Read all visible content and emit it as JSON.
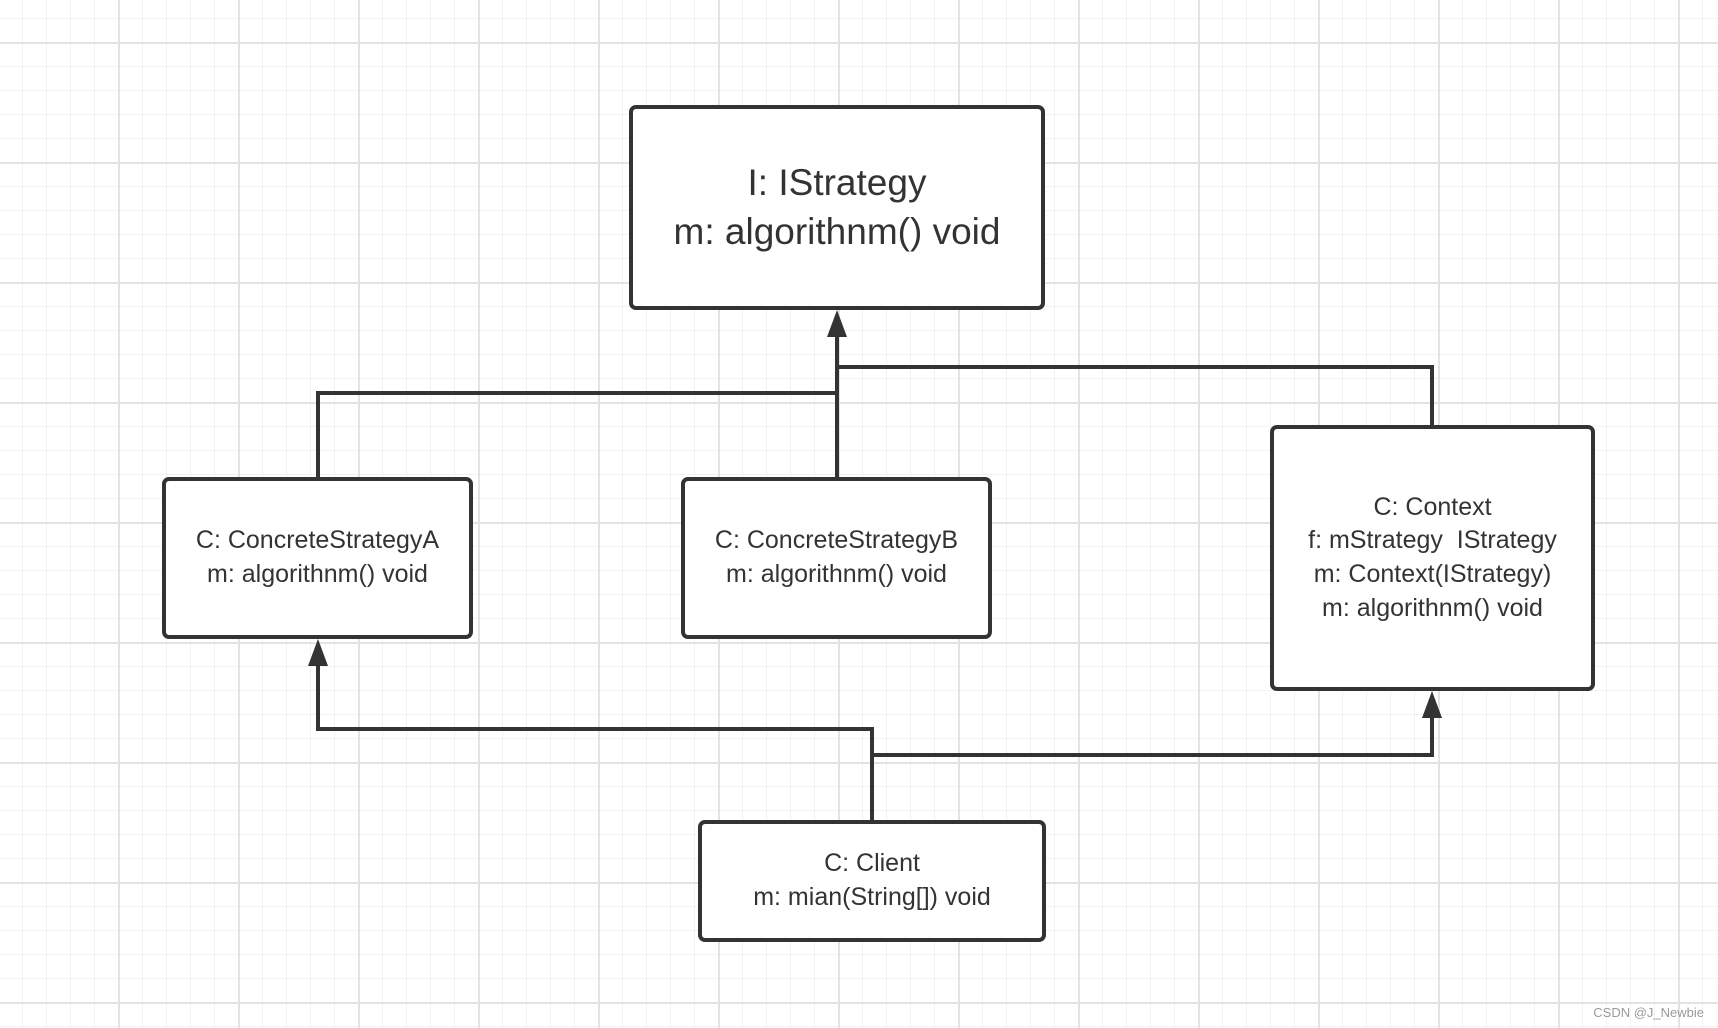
{
  "diagram": {
    "nodes": {
      "istrategy": {
        "lines": [
          "I: IStrategy",
          "m: algorithnm() void"
        ]
      },
      "concrete_a": {
        "lines": [
          "C: ConcreteStrategyA",
          "m: algorithnm() void"
        ]
      },
      "concrete_b": {
        "lines": [
          "C: ConcreteStrategyB",
          "m: algorithnm() void"
        ]
      },
      "context": {
        "lines": [
          "C: Context",
          "f: mStrategy  IStrategy",
          "m: Context(IStrategy)",
          "m: algorithnm() void"
        ]
      },
      "client": {
        "lines": [
          "C: Client",
          "m: mian(String[]) void"
        ]
      }
    },
    "edges": [
      {
        "from": "C: ConcreteStrategyA",
        "to": "I: IStrategy"
      },
      {
        "from": "C: ConcreteStrategyB",
        "to": "I: IStrategy"
      },
      {
        "from": "C: Context",
        "to": "I: IStrategy"
      },
      {
        "from": "C: Client",
        "to": "C: ConcreteStrategyA"
      },
      {
        "from": "C: Client",
        "to": "C: Context"
      }
    ],
    "colors": {
      "stroke": "#333333",
      "grid_major": "#e3e3e3",
      "grid_minor": "#f2f2f2"
    }
  },
  "watermark": "CSDN @J_Newbie"
}
